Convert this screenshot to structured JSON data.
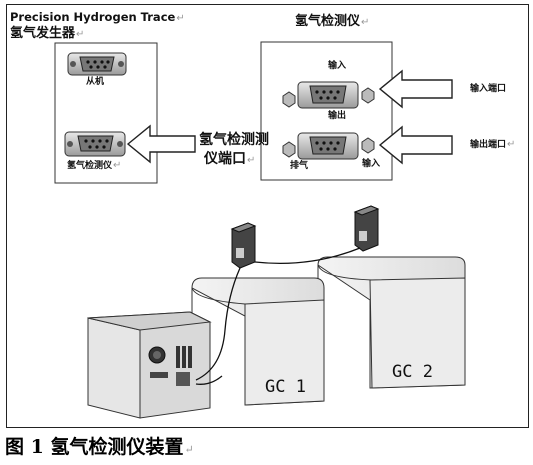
{
  "title": {
    "line1": "Precision Hydrogen Trace",
    "line2": "氢气发生器"
  },
  "detector_title": "氢气检测仪",
  "generator_ports": {
    "top": "从机",
    "bottom": "氢气检测仪"
  },
  "detector_labels": {
    "top_input": "输入",
    "top_output": "输出",
    "exhaust": "排气",
    "bottom_input": "输入"
  },
  "side_labels": {
    "input_port": "输入端口",
    "output_port": "输出端口"
  },
  "center_label": {
    "line1": "氢气检测测",
    "line2": "仪端口"
  },
  "gc_labels": [
    "GC 1",
    "GC 2"
  ],
  "caption": {
    "prefix": "图",
    "number": "1",
    "text": "氢气检测仪装置"
  },
  "edit_mark": "↵"
}
